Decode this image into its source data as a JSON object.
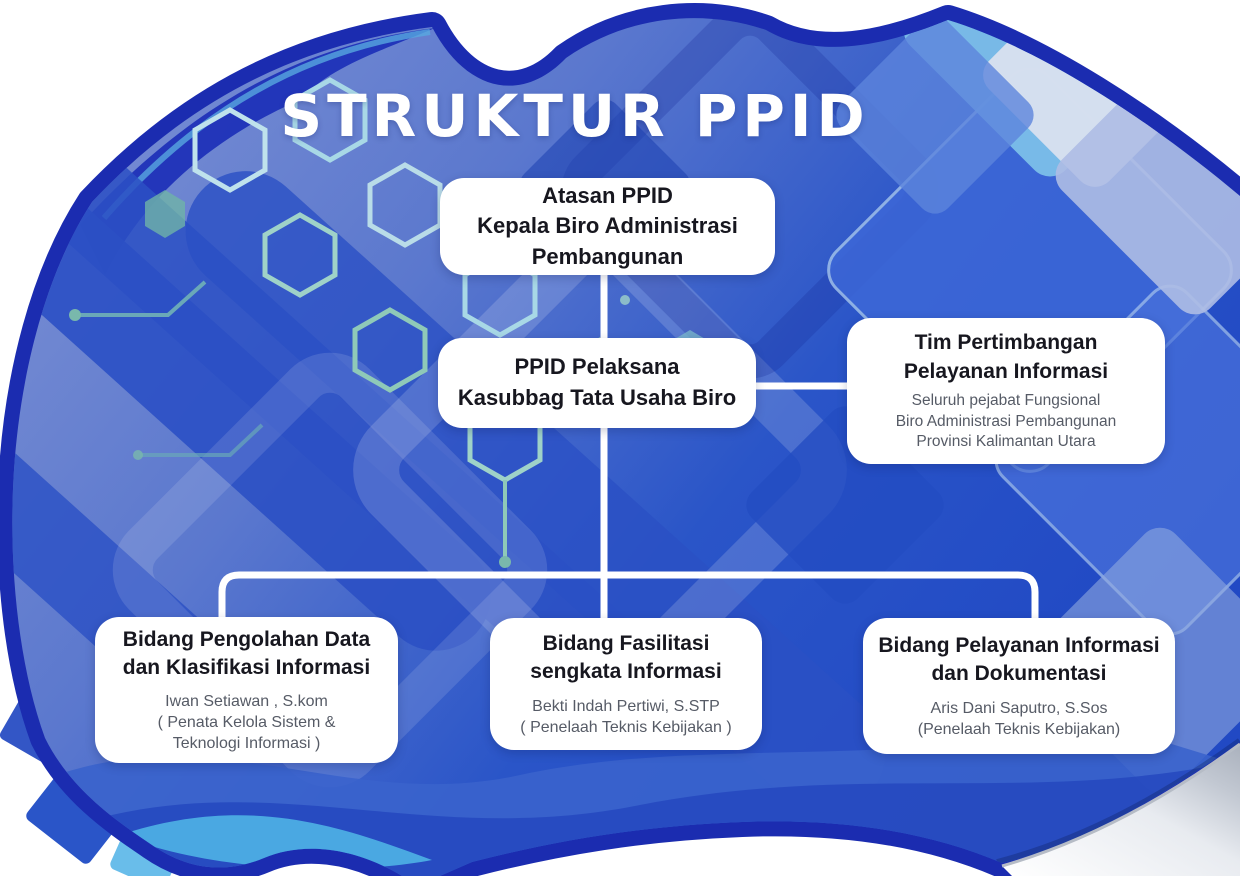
{
  "poster": {
    "title": "STRUKTUR PPID",
    "nodes": {
      "atasan": {
        "heading": "Atasan PPID\nKepala Biro Administrasi\nPembangunan"
      },
      "pelaksana": {
        "heading": "PPID Pelaksana\nKasubbag Tata Usaha Biro"
      },
      "tim": {
        "heading": "Tim Pertimbangan\nPelayanan Informasi",
        "subtitle": "Seluruh pejabat Fungsional\nBiro Administrasi Pembangunan\nProvinsi Kalimantan Utara"
      },
      "pengolahan": {
        "heading": "Bidang Pengolahan Data\ndan Klasifikasi Informasi",
        "subtitle": "Iwan Setiawan , S.kom\n( Penata Kelola Sistem &\nTeknologi Informasi )"
      },
      "fasilitasi": {
        "heading": "Bidang Fasilitasi\nsengkata Informasi",
        "subtitle": "Bekti Indah Pertiwi, S.STP\n( Penelaah Teknis Kebijakan )"
      },
      "pelayanan": {
        "heading": "Bidang Pelayanan Informasi\ndan Dokumentasi",
        "subtitle": "Aris Dani Saputro, S.Sos\n(Penelaah Teknis Kebijakan)"
      }
    },
    "colors": {
      "frame_blue": "#1b2cb0",
      "base_blue": "#2a55c8",
      "periwinkle": "#7e92d2",
      "accent_cyan": "#4fb2e6",
      "circuit_teal": "#7fbfae",
      "heading_text": "#17171f",
      "subtitle_text": "#565b66",
      "connector": "#ffffff"
    }
  }
}
